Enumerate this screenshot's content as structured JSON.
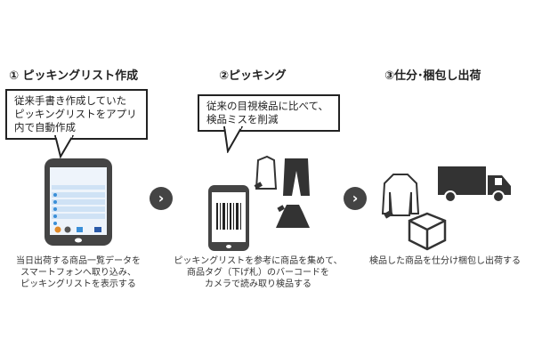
{
  "steps": [
    {
      "title": "① ピッキングリスト作成",
      "bubble": [
        "従来手書き作成していた",
        "ピッキングリストをアプリ",
        "内で自動作成"
      ],
      "caption": [
        "当日出荷する商品一覧データを",
        "スマートフォンへ取り込み、",
        "ピッキングリストを表示する"
      ]
    },
    {
      "title": "②ピッキング",
      "bubble": [
        "従来の目視検品に比べて、",
        "検品ミスを削減"
      ],
      "caption": [
        "ピッキングリストを参考に商品を集めて、",
        "商品タグ（下げ札）のバーコードを",
        "カメラで読み取り検品する"
      ]
    },
    {
      "title": "③仕分･梱包し出荷",
      "caption": [
        "検品した商品を仕分け梱包し出荷する"
      ]
    }
  ],
  "arrow_symbol": "›",
  "colors": {
    "dark": "#444444",
    "accent": "#3a8fd8"
  }
}
